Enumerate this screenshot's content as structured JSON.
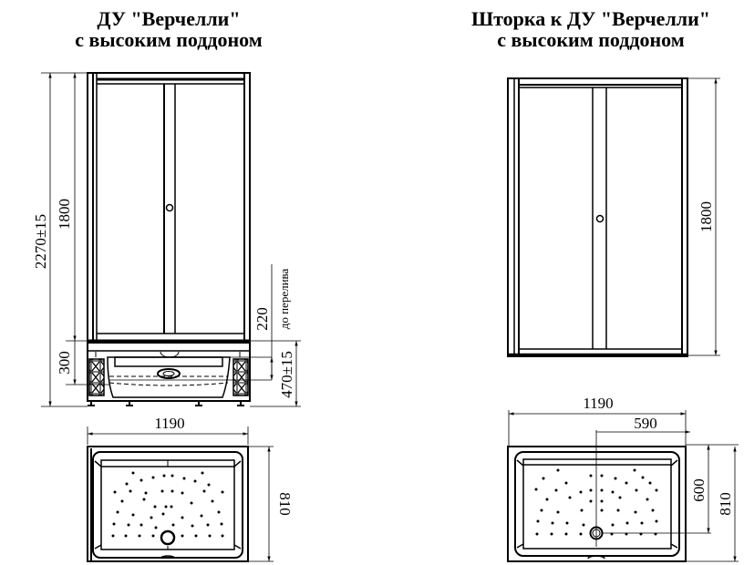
{
  "left_view": {
    "title_line1": "ДУ \"Верчелли\"",
    "title_line2": "с высоким поддоном",
    "dimensions": {
      "total_height": "2270±15",
      "door_height": "1800",
      "base_height": "300",
      "overflow_height": "220",
      "overflow_label": "до перелива",
      "tray_height": "470±15",
      "width": "1190",
      "depth": "810"
    }
  },
  "right_view": {
    "title_line1": "Шторка к ДУ \"Верчелли\"",
    "title_line2": "с высоким поддоном",
    "dimensions": {
      "door_height": "1800",
      "width": "1190",
      "drain_offset_x": "590",
      "drain_offset_y": "600",
      "depth": "810"
    }
  }
}
